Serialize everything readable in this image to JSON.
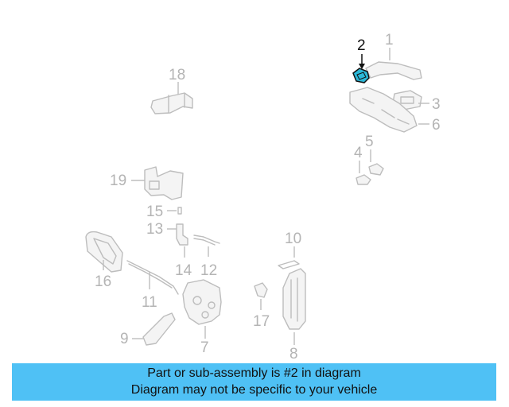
{
  "diagram": {
    "labels": {
      "p1": "1",
      "p2": "2",
      "p3": "3",
      "p4": "4",
      "p5": "5",
      "p6": "6",
      "p7": "7",
      "p8": "8",
      "p9": "9",
      "p10": "10",
      "p11": "11",
      "p12": "12",
      "p13": "13",
      "p14": "14",
      "p15": "15",
      "p16": "16",
      "p17": "17",
      "p18": "18",
      "p19": "19"
    },
    "highlight_color": "#2bb8d8",
    "label_color": "#b4b4b4"
  },
  "banner": {
    "line1": "Part or sub-assembly is #2 in diagram",
    "line2": "Diagram may not be specific to your vehicle",
    "background": "#4fc1f5"
  }
}
